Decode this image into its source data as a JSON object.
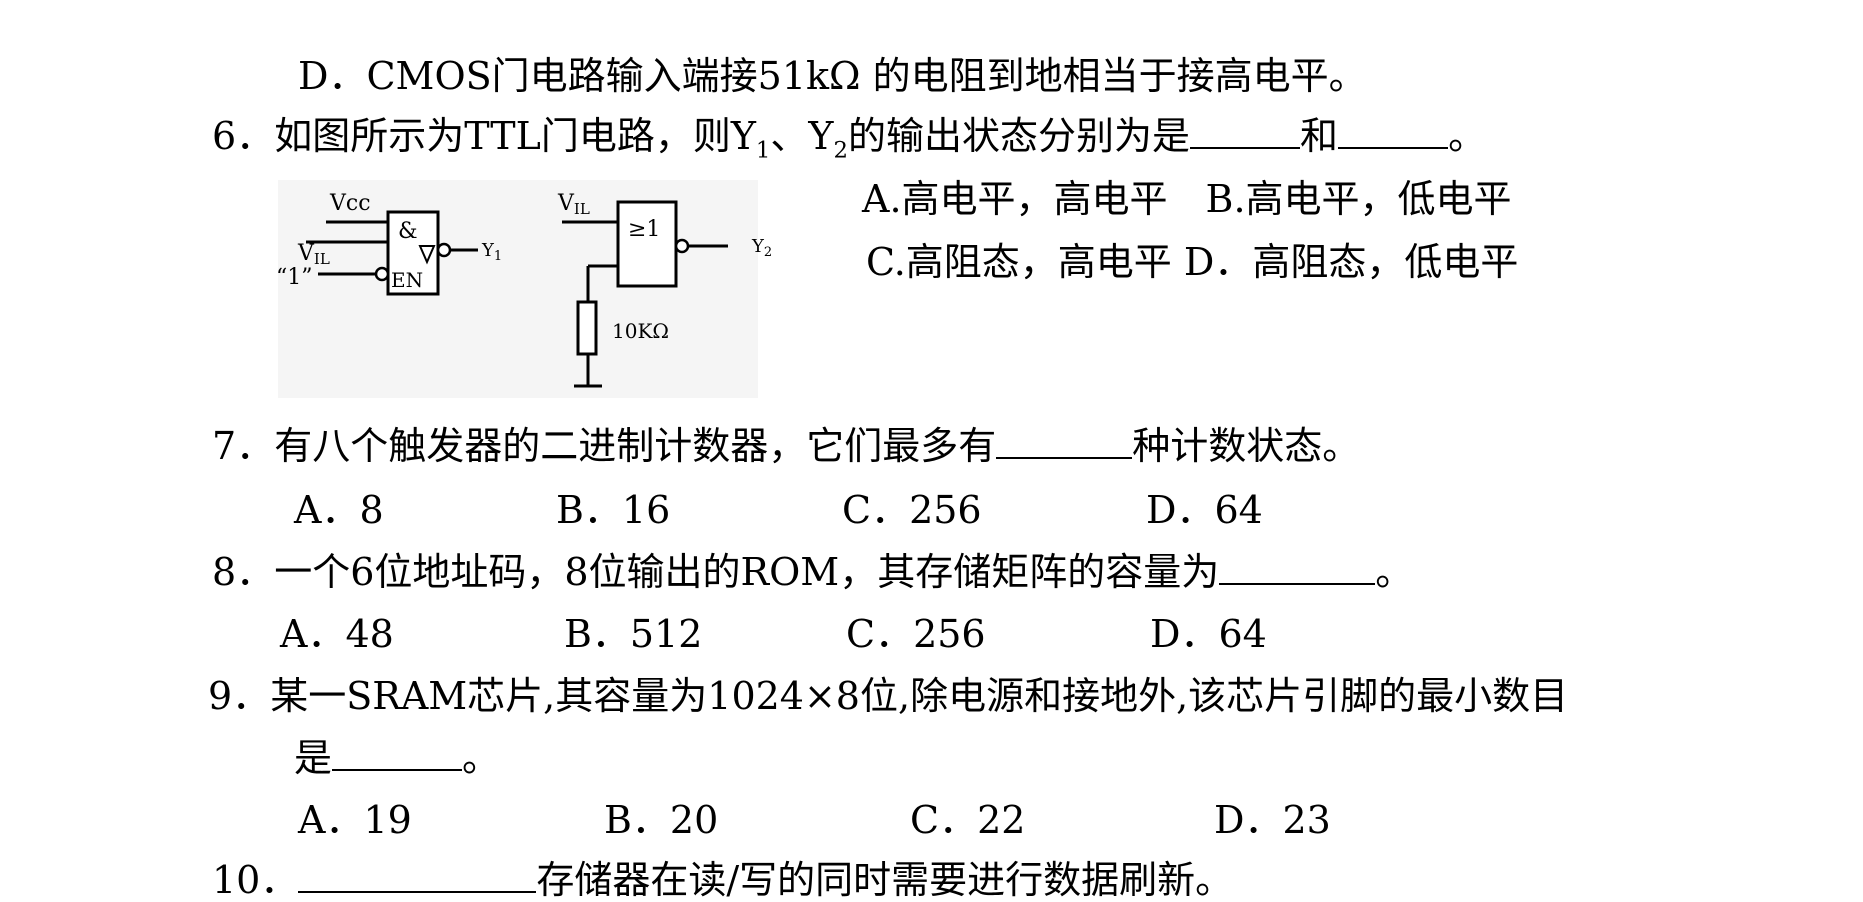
{
  "q5": {
    "option_d": "D．CMOS门电路输入端接51kΩ 的电阻到地相当于接高电平。"
  },
  "q6": {
    "number": "6．",
    "stem_a": "如图所示为TTL门电路，则Y",
    "sub1": "1",
    "sep": "、Y",
    "sub2": "2",
    "stem_b": "的输出状态分别为是",
    "and": "和",
    "end": "。",
    "options_row1": "A.高电平，高电平　B.高电平，低电平",
    "options_row2": "C.高阻态，高电平 D．高阻态，低电平",
    "figure": {
      "vcc": "Vcc",
      "vil_left": "V",
      "vil_left_sub": "IL",
      "one": "“1”",
      "amp": "&",
      "en": "EN",
      "y1": "Y",
      "y1_sub": "1",
      "vil_right": "V",
      "vil_right_sub": "IL",
      "ge1": "≥1",
      "y2": "Y",
      "y2_sub": "2",
      "resistor": "10KΩ"
    }
  },
  "q7": {
    "number": "7．",
    "stem": "有八个触发器的二进制计数器，它们最多有",
    "stem_end": "种计数状态。",
    "options": [
      "A．8",
      "B．16",
      "C．256",
      "D．64"
    ]
  },
  "q8": {
    "number": "8．",
    "stem": "一个6位地址码，8位输出的ROM，其存储矩阵的容量为",
    "end": "。",
    "options": [
      "A．48",
      "B．512",
      "C．256",
      "D．64"
    ]
  },
  "q9": {
    "number": "9．",
    "stem": "某一SRAM芯片,其容量为1024×8位,除电源和接地外,该芯片引脚的最小数目",
    "stem2": "是",
    "end": "。",
    "options": [
      "A．19",
      "B．20",
      "C．22",
      "D．23"
    ]
  },
  "q10": {
    "number": "10．",
    "stem": "存储器在读/写的同时需要进行数据刷新。"
  }
}
